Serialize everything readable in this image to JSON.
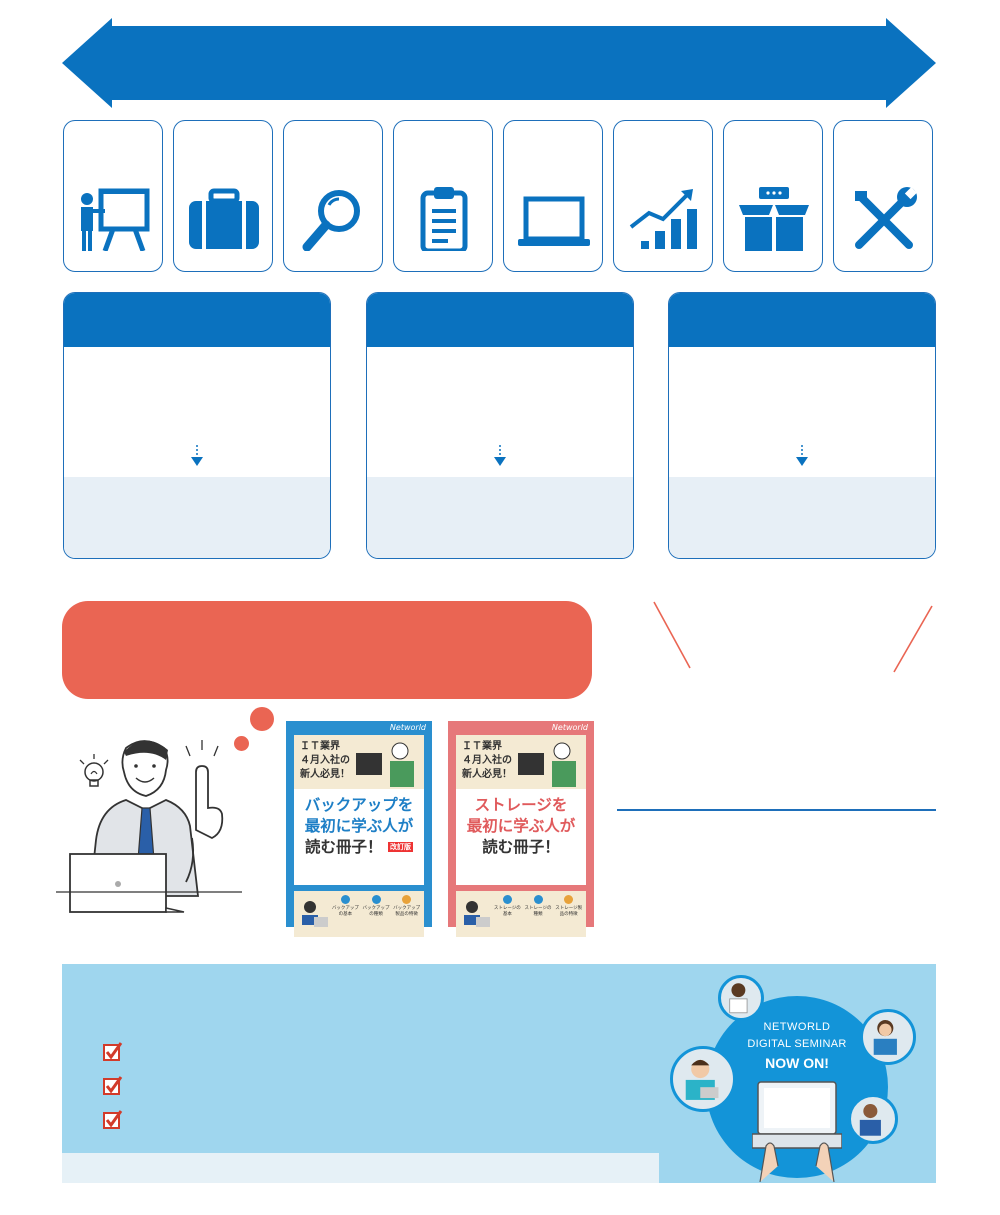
{
  "icons": [
    {
      "name": "presentation-icon"
    },
    {
      "name": "briefcase-icon"
    },
    {
      "name": "magnifier-icon"
    },
    {
      "name": "clipboard-icon"
    },
    {
      "name": "laptop-icon"
    },
    {
      "name": "growth-chart-icon"
    },
    {
      "name": "server-box-icon"
    },
    {
      "name": "tools-icon"
    }
  ],
  "booklets": [
    {
      "header": [
        "ＩＴ業界",
        "４月入社の",
        "新人必見！"
      ],
      "brand": "Networld",
      "title_lines": [
        "バックアップを",
        "最初に学ぶ人が",
        "読む冊子！"
      ],
      "badge": "改訂版",
      "steps": [
        "バックアップの基本",
        "バックアップの種類",
        "バックアップ製品の特徴"
      ]
    },
    {
      "header": [
        "ＩＴ業界",
        "４月入社の",
        "新人必見！"
      ],
      "brand": "Networld",
      "title_lines": [
        "ストレージを",
        "最初に学ぶ人が",
        "読む冊子！"
      ],
      "steps": [
        "ストレージの基本",
        "ストレージの種類",
        "ストレージ製品の特徴"
      ]
    }
  ],
  "seminar": {
    "line1": "NETWORLD",
    "line2": "DIGITAL SEMINAR",
    "line3": "NOW ON!"
  },
  "colors": {
    "brand_blue": "#0a72bf",
    "coral": "#ea6553",
    "light_blue": "#9fd6ee"
  }
}
